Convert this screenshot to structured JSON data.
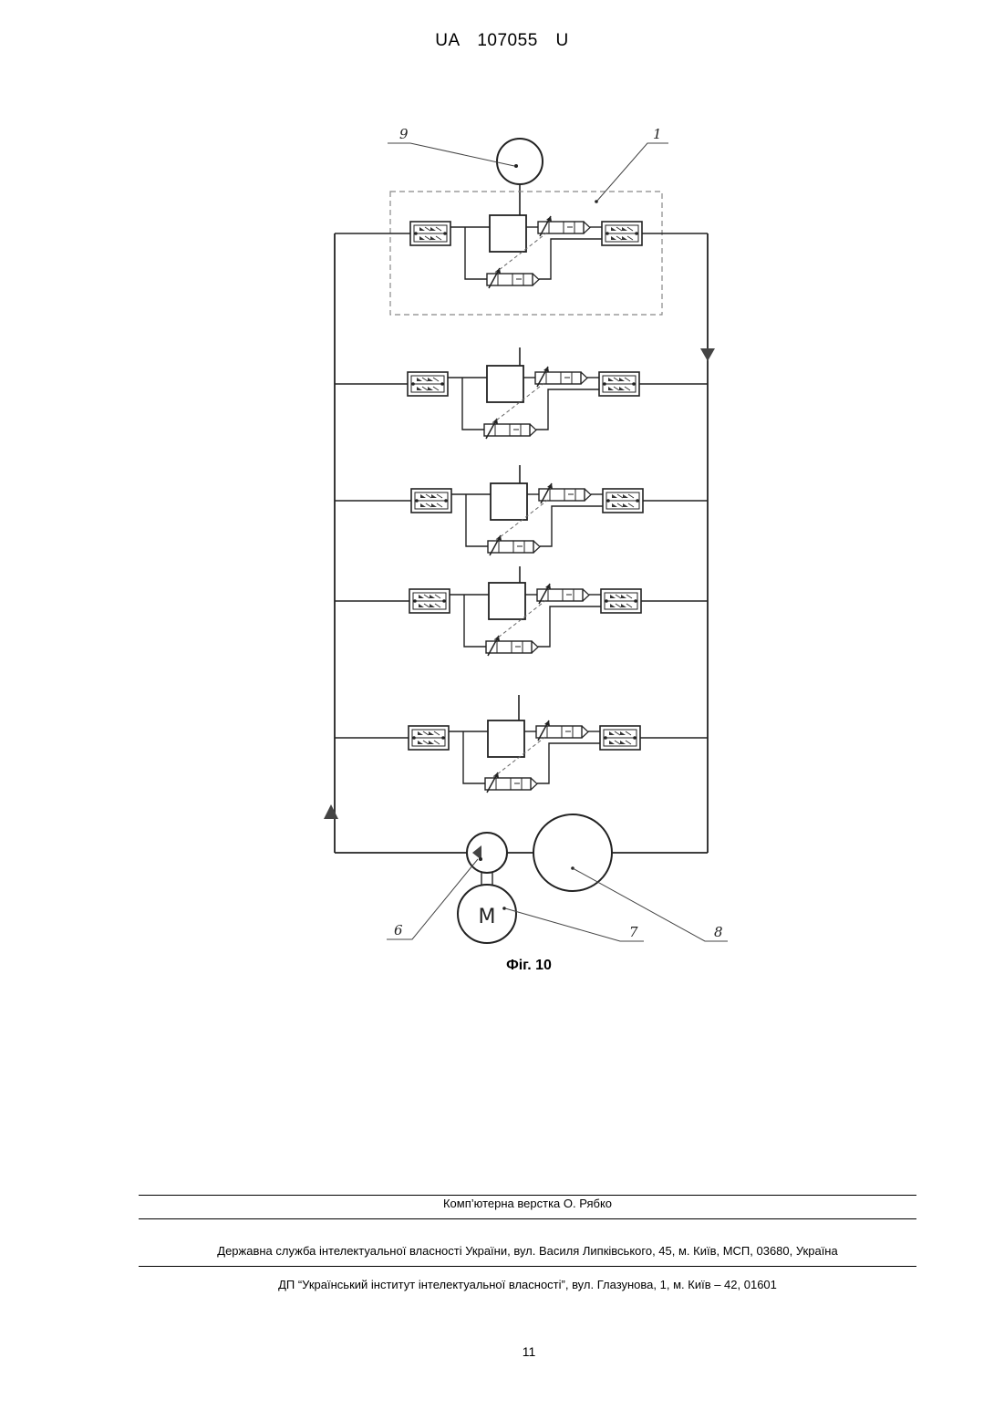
{
  "header": {
    "patent_number": "UA 107055 U"
  },
  "figure": {
    "caption": "Фіг. 10",
    "callouts": {
      "c1": "1",
      "c6": "6",
      "c7": "7",
      "c8": "8",
      "c9": "9"
    },
    "motor_label": "M"
  },
  "footer": {
    "typesetting": "Комп’ютерна верстка О. Рябко",
    "agency": "Державна служба інтелектуальної власності України, вул. Василя Липківського, 45, м. Київ, МСП, 03680, Україна",
    "institute": "ДП “Український інститут інтелектуальної власності”, вул. Глазунова, 1, м. Київ – 42, 01601"
  },
  "page_number": "11"
}
